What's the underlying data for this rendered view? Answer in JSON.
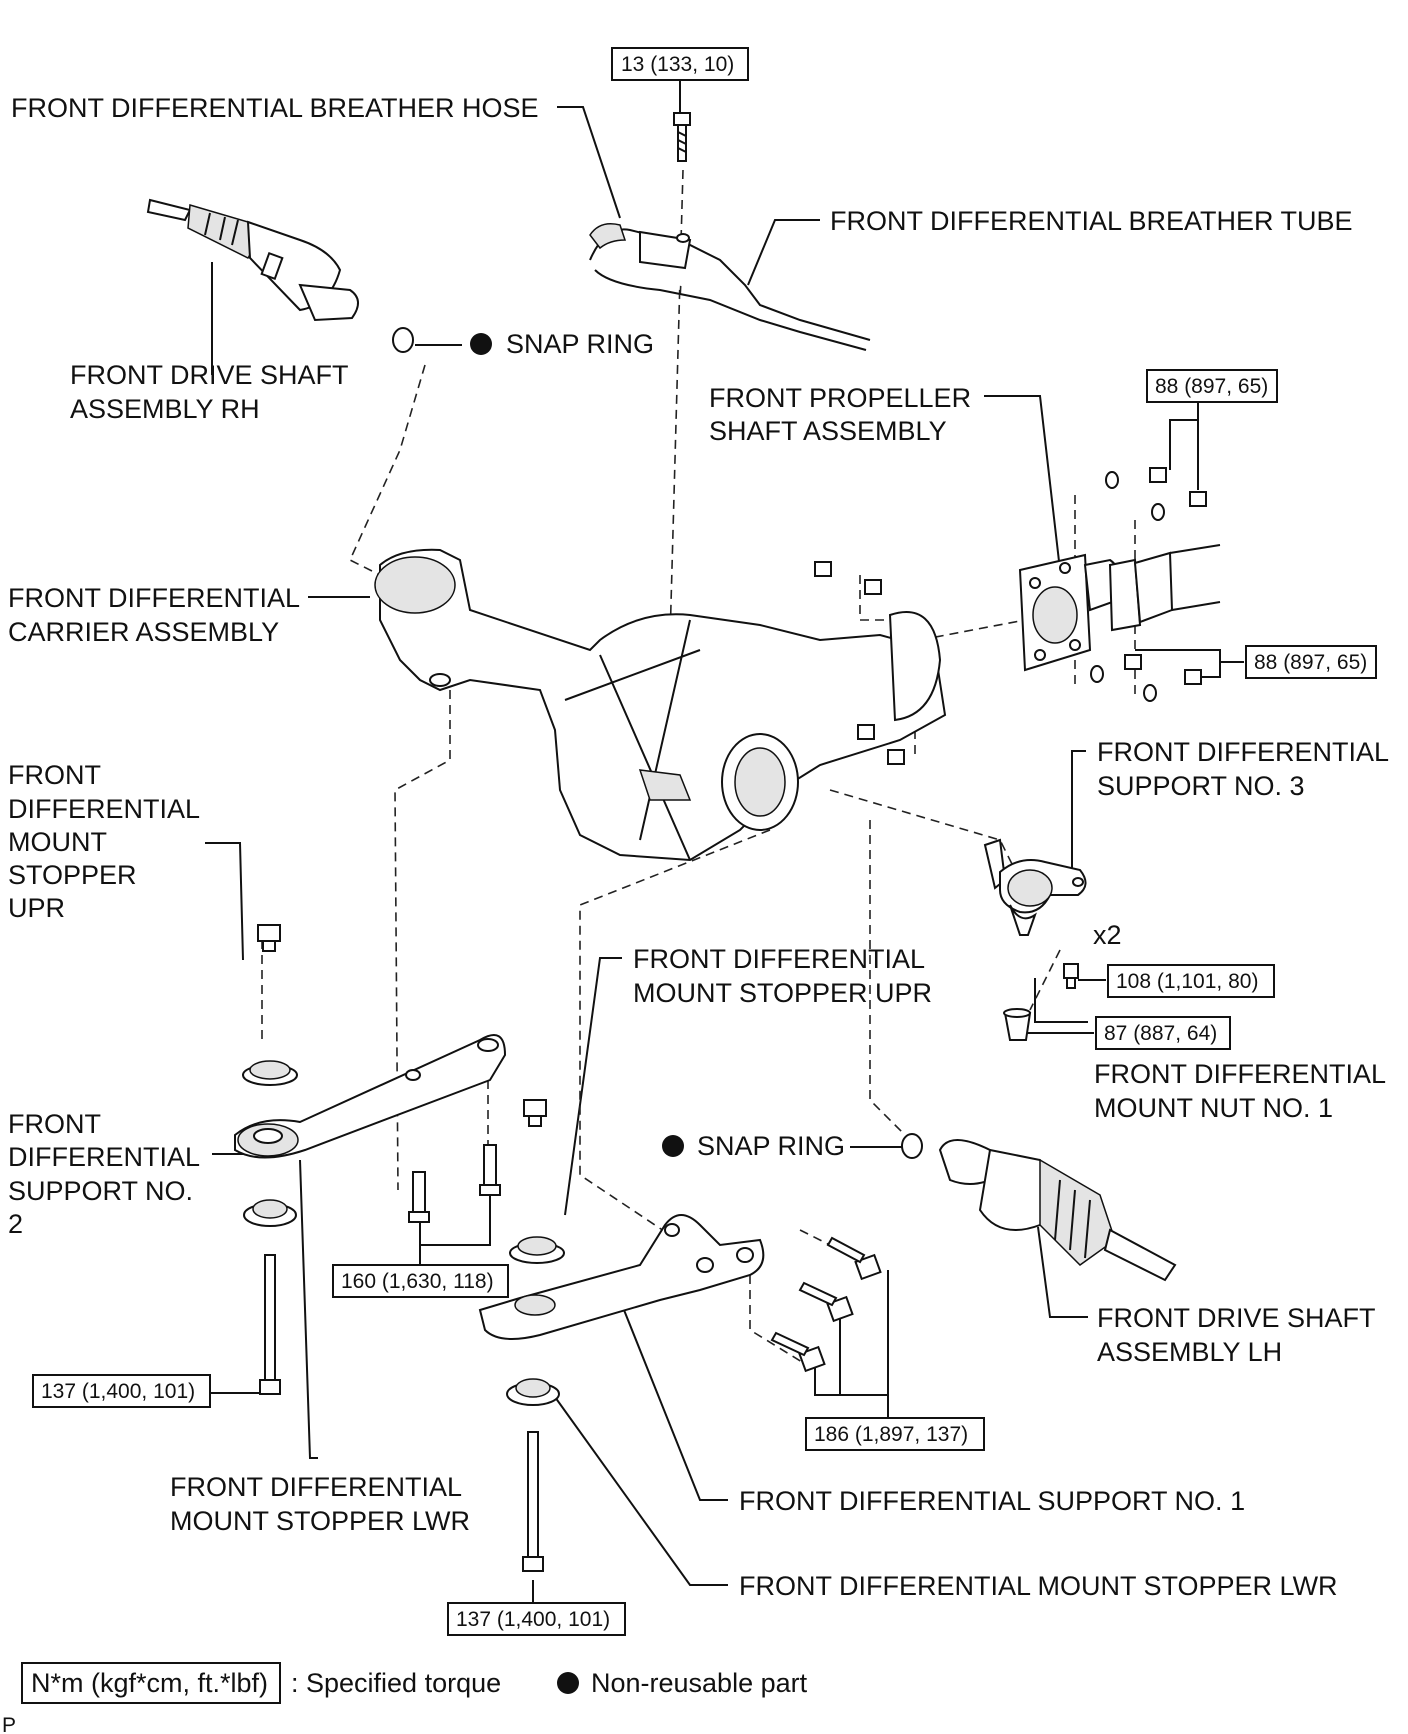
{
  "labels": {
    "breather_hose": "FRONT DIFFERENTIAL BREATHER HOSE",
    "breather_tube": "FRONT DIFFERENTIAL BREATHER TUBE",
    "drive_shaft_rh_1": "FRONT DRIVE SHAFT",
    "drive_shaft_rh_2": "ASSEMBLY RH",
    "snap_ring_top": "SNAP RING",
    "propeller_1": "FRONT PROPELLER",
    "propeller_2": "SHAFT ASSEMBLY",
    "carrier_1": "FRONT DIFFERENTIAL",
    "carrier_2": "CARRIER ASSEMBLY",
    "stopper_upr_left_1": "FRONT",
    "stopper_upr_left_2": "DIFFERENTIAL",
    "stopper_upr_left_3": "MOUNT",
    "stopper_upr_left_4": "STOPPER",
    "stopper_upr_left_5": "UPR",
    "support3_1": "FRONT DIFFERENTIAL",
    "support3_2": "SUPPORT NO. 3",
    "x2": "x2",
    "stopper_upr_mid_1": "FRONT DIFFERENTIAL",
    "stopper_upr_mid_2": "MOUNT STOPPER UPR",
    "nut1_1": "FRONT DIFFERENTIAL",
    "nut1_2": "MOUNT NUT NO. 1",
    "support2_1": "FRONT",
    "support2_2": "DIFFERENTIAL",
    "support2_3": "SUPPORT NO.",
    "support2_4": "2",
    "snap_ring_bottom": "SNAP RING",
    "drive_shaft_lh_1": "FRONT DRIVE SHAFT",
    "drive_shaft_lh_2": "ASSEMBLY LH",
    "stopper_lwr_left_1": "FRONT DIFFERENTIAL",
    "stopper_lwr_left_2": "MOUNT STOPPER LWR",
    "support1": "FRONT DIFFERENTIAL SUPPORT NO. 1",
    "stopper_lwr_bottom": "FRONT DIFFERENTIAL MOUNT STOPPER LWR",
    "corner_mark": "P"
  },
  "torques": {
    "breather_bolt": "13 (133, 10)",
    "propeller_upper": "88 (897, 65)",
    "propeller_lower": "88 (897, 65)",
    "support3_bolt": "108 (1,101, 80)",
    "mount_nut": "87 (887, 64)",
    "support2_bolts": "160 (1,630, 118)",
    "stopper_lwr_left_bolt": "137 (1,400, 101)",
    "support1_bolts": "186 (1,897, 137)",
    "stopper_lwr_bottom_bolt": "137 (1,400, 101)"
  },
  "legend": {
    "torque_unit": "N*m (kgf*cm, ft.*lbf)",
    "torque_desc": ": Specified torque",
    "nonreusable_desc": "Non-reusable part"
  }
}
